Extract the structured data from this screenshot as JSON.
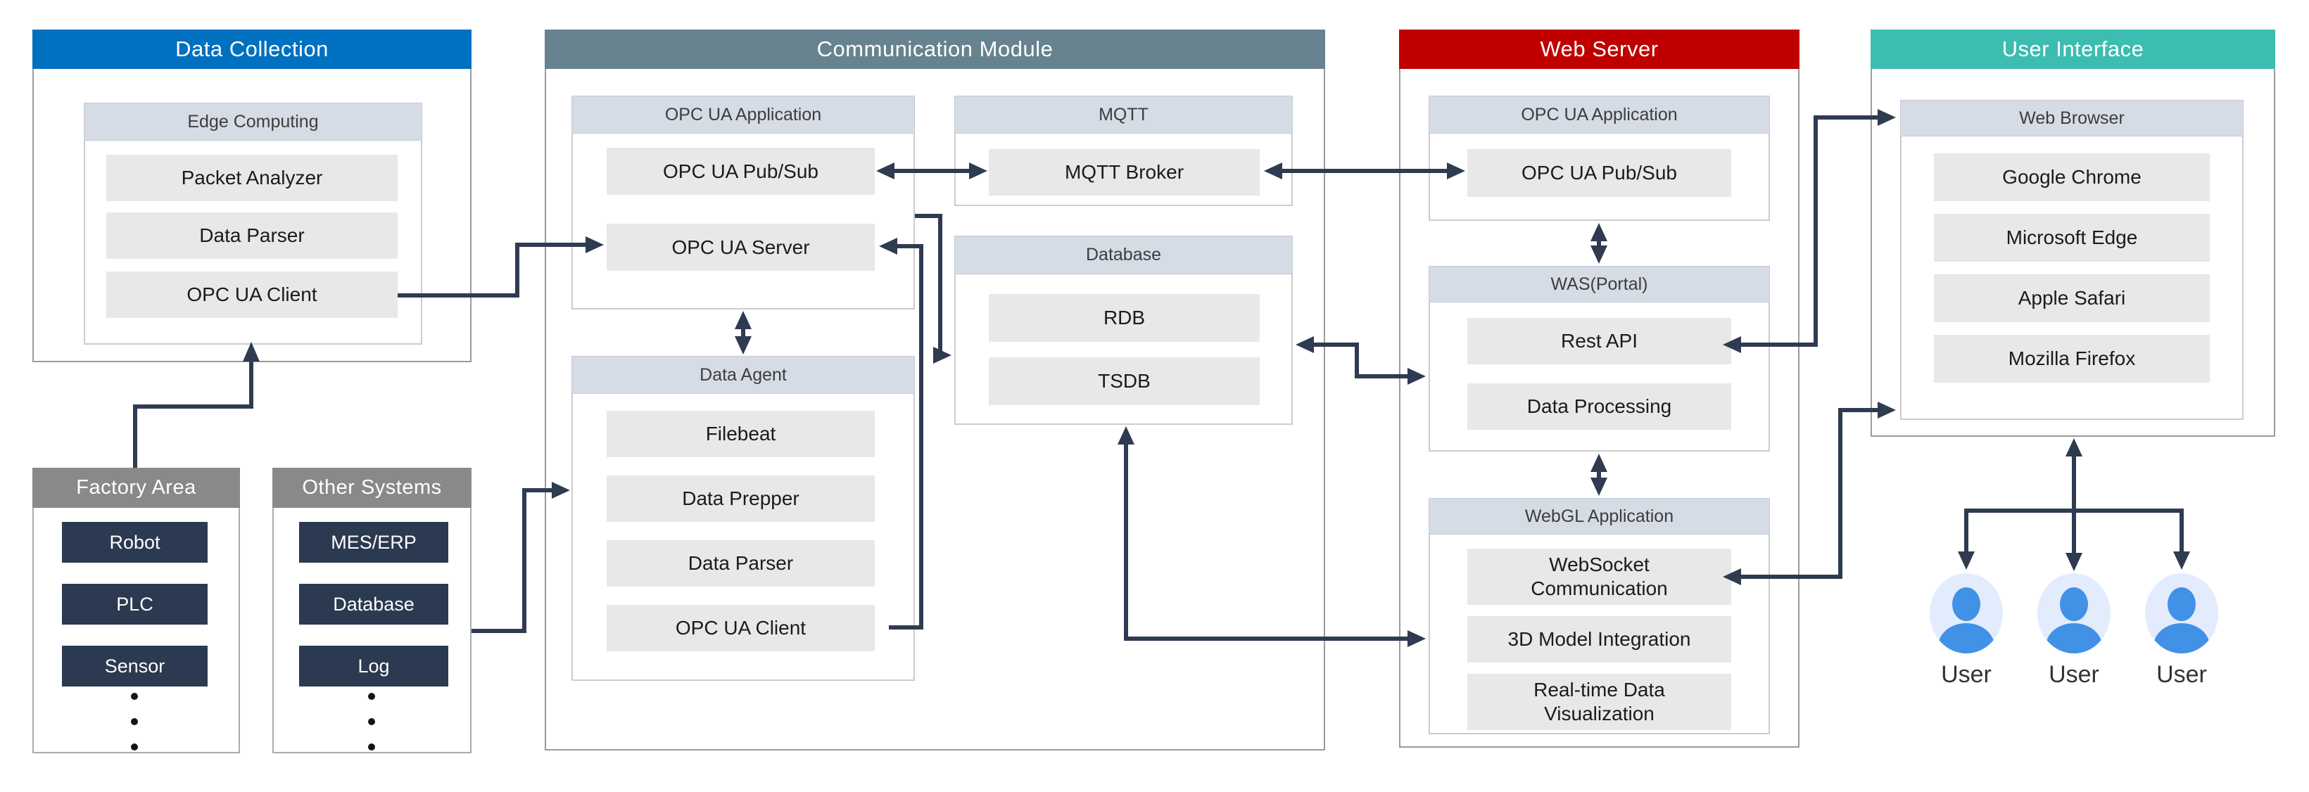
{
  "colors": {
    "data_collection_header": "#0070c0",
    "communication_module_header": "#66838f",
    "web_server_header": "#c00000",
    "user_interface_header": "#3dbcb0",
    "sub_header_bg": "#d6dce6",
    "factory_header_bg": "#898989",
    "dark_box_bg": "#2b3a50",
    "item_box_bg": "#e8e8e8",
    "arrow_color": "#2e3b50",
    "user_icon_bg": "#e3ecfd",
    "user_icon_person": "#4191e6"
  },
  "data_collection": {
    "title": "Data Collection",
    "edge_computing": {
      "title": "Edge Computing",
      "items": [
        "Packet Analyzer",
        "Data Parser",
        "OPC UA Client"
      ]
    }
  },
  "factory_area": {
    "title": "Factory Area",
    "items": [
      "Robot",
      "PLC",
      "Sensor"
    ]
  },
  "other_systems": {
    "title": "Other Systems",
    "items": [
      "MES/ERP",
      "Database",
      "Log"
    ]
  },
  "communication_module": {
    "title": "Communication Module",
    "opc_ua_application": {
      "title": "OPC UA Application",
      "items": [
        "OPC UA Pub/Sub",
        "OPC UA Server"
      ]
    },
    "data_agent": {
      "title": "Data Agent",
      "items": [
        "Filebeat",
        "Data Prepper",
        "Data Parser",
        "OPC UA Client"
      ]
    },
    "mqtt": {
      "title": "MQTT",
      "items": [
        "MQTT Broker"
      ]
    },
    "database": {
      "title": "Database",
      "items": [
        "RDB",
        "TSDB"
      ]
    }
  },
  "web_server": {
    "title": "Web Server",
    "opc_ua_application": {
      "title": "OPC UA Application",
      "items": [
        "OPC UA Pub/Sub"
      ]
    },
    "was_portal": {
      "title": "WAS(Portal)",
      "items": [
        "Rest API",
        "Data Processing"
      ]
    },
    "webgl_application": {
      "title": "WebGL Application",
      "items": [
        "WebSocket Communication",
        "3D Model Integration",
        "Real-time Data Visualization"
      ]
    }
  },
  "user_interface": {
    "title": "User Interface",
    "web_browser": {
      "title": "Web Browser",
      "items": [
        "Google Chrome",
        "Microsoft Edge",
        "Apple Safari",
        "Mozilla Firefox"
      ]
    }
  },
  "users": {
    "labels": [
      "User",
      "User",
      "User"
    ]
  }
}
